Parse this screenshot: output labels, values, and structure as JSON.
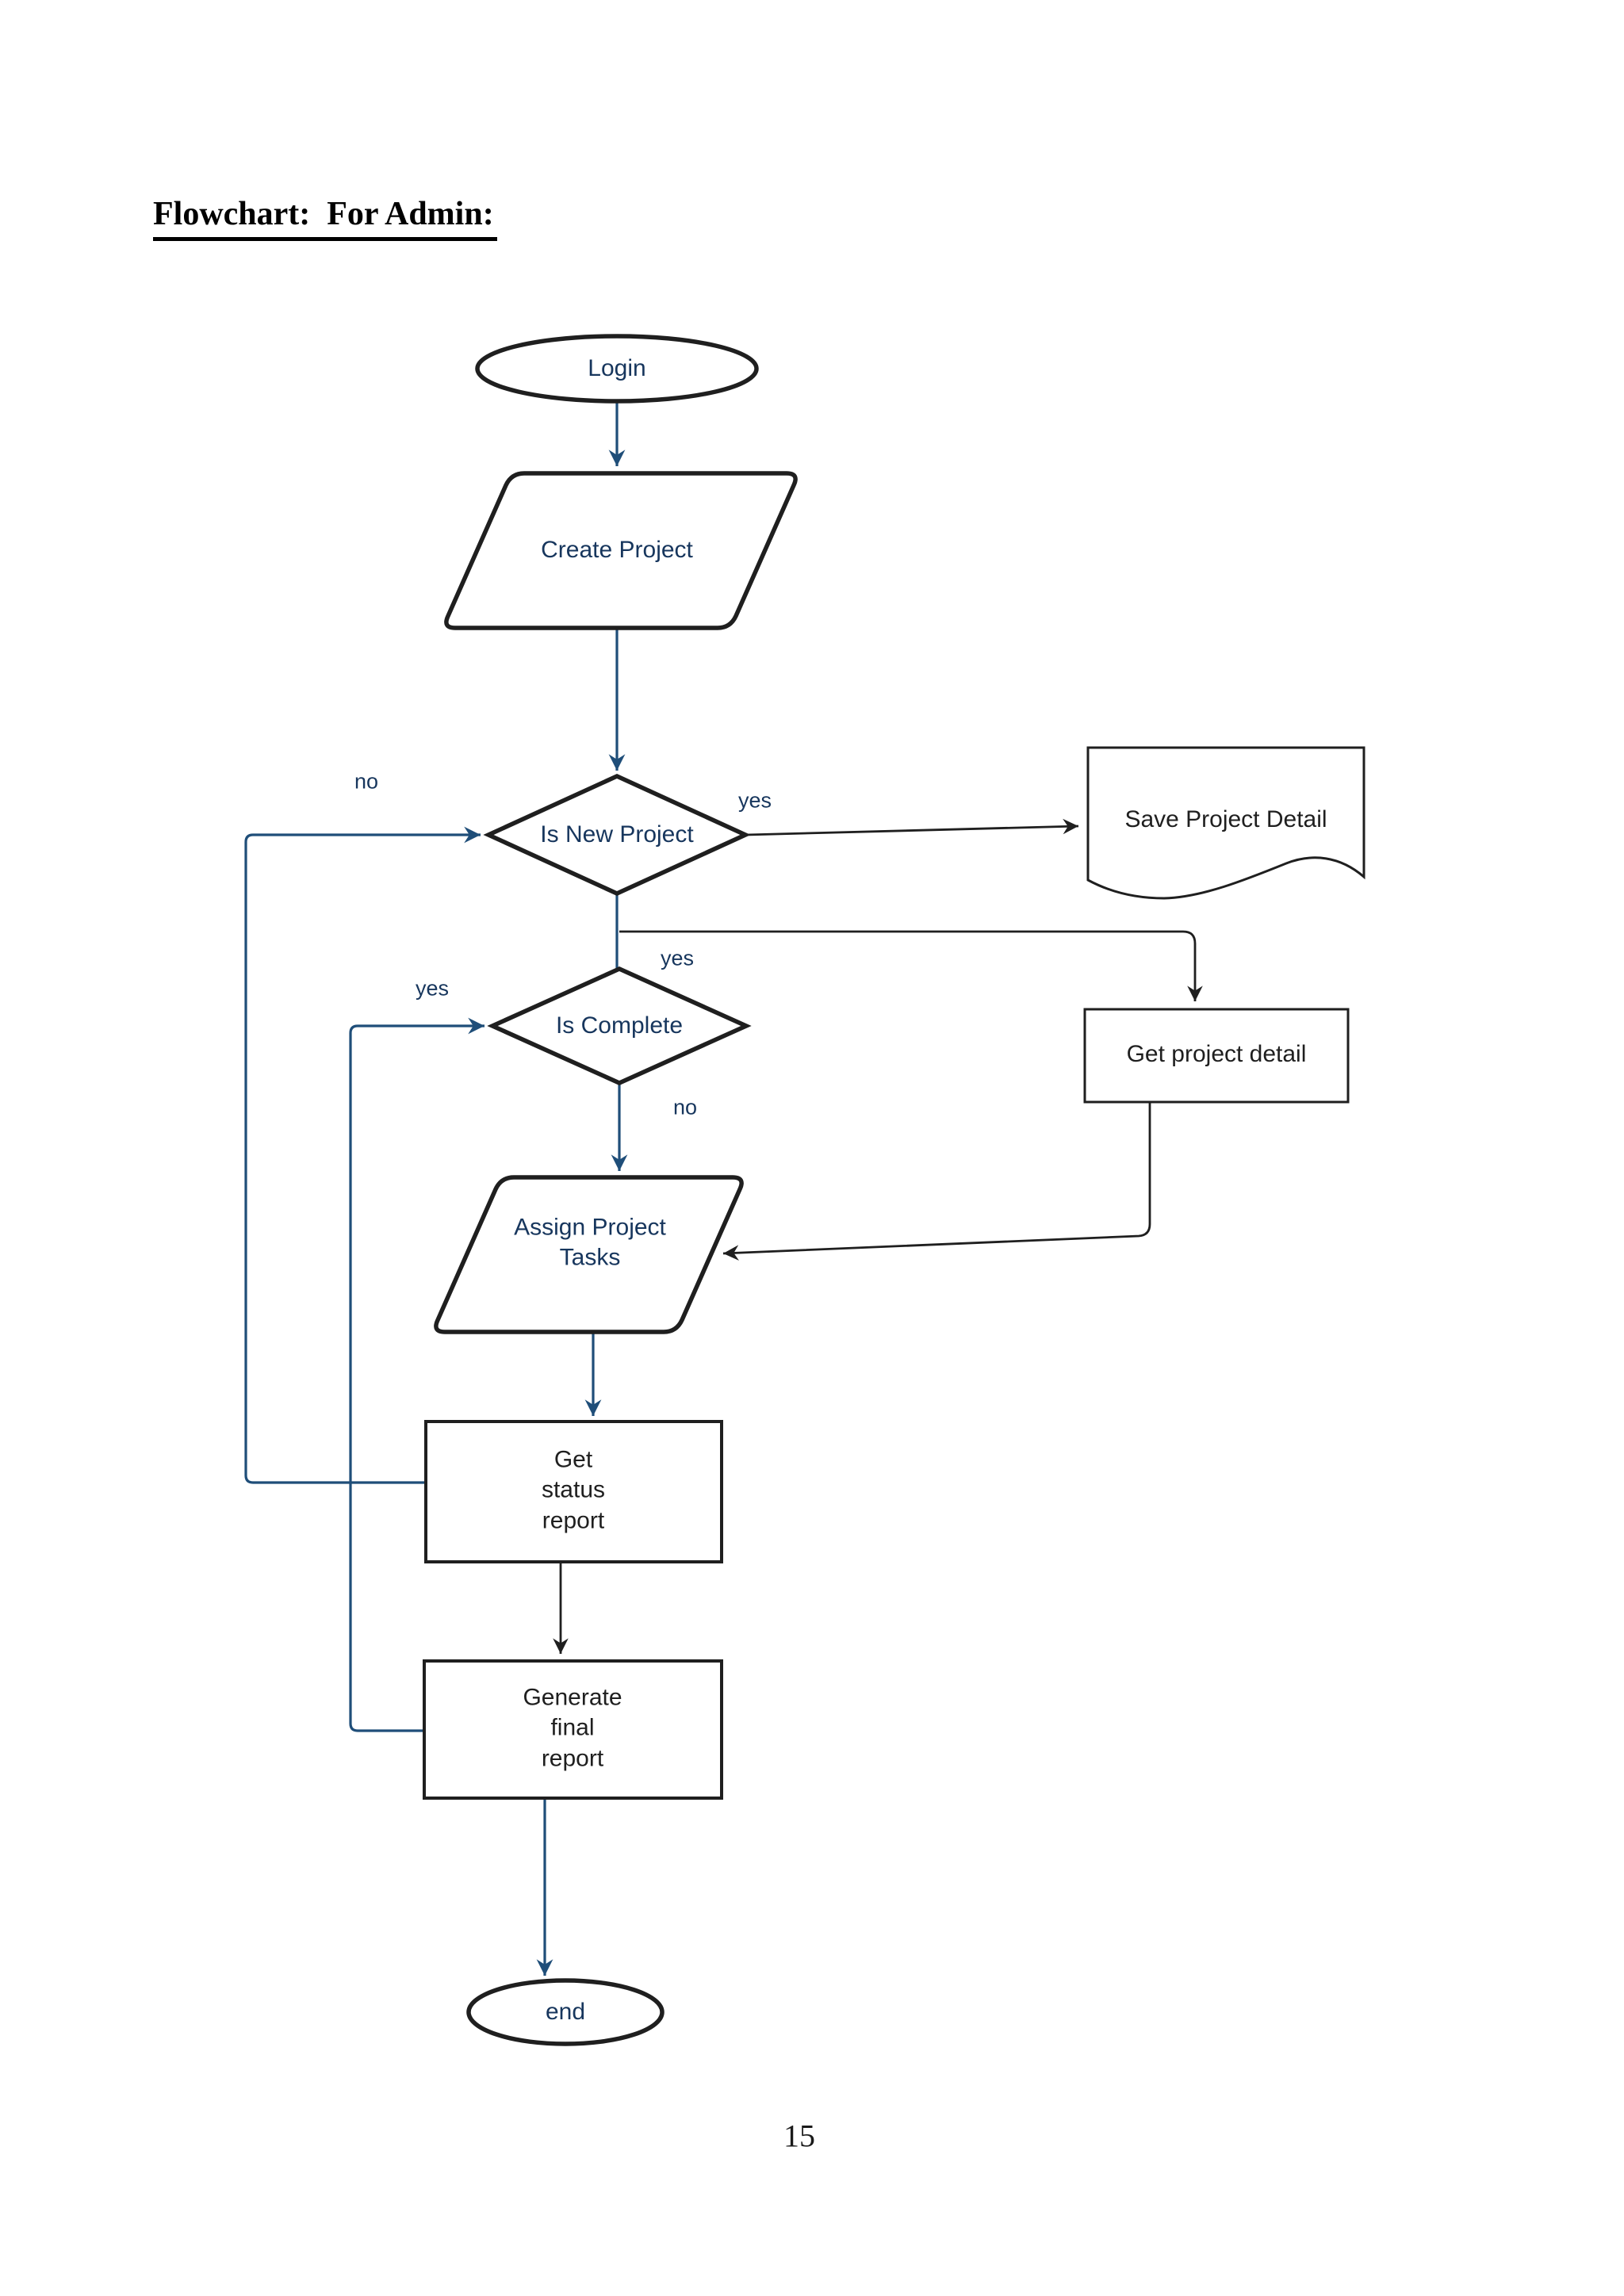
{
  "page": {
    "title": "Flowchart:  For Admin:",
    "page_number": "15"
  },
  "flowchart": {
    "nodes": [
      {
        "id": "login",
        "type": "terminator",
        "label": "Login"
      },
      {
        "id": "create-project",
        "type": "input-output",
        "label": "Create Project"
      },
      {
        "id": "is-new-project",
        "type": "decision",
        "label": "Is New Project"
      },
      {
        "id": "save-project-detail",
        "type": "document",
        "label": "Save Project Detail"
      },
      {
        "id": "is-complete",
        "type": "decision",
        "label": "Is Complete"
      },
      {
        "id": "get-project-detail",
        "type": "process",
        "label": "Get project detail"
      },
      {
        "id": "assign-project-tasks",
        "type": "input-output",
        "label": "Assign Project Tasks",
        "lines": [
          "Assign Project",
          "Tasks"
        ]
      },
      {
        "id": "get-status-report",
        "type": "process",
        "label": "Get status report",
        "lines": [
          "Get",
          "status",
          "report"
        ]
      },
      {
        "id": "generate-final-report",
        "type": "process",
        "label": "Generate final report",
        "lines": [
          "Generate",
          "final",
          "report"
        ]
      },
      {
        "id": "end",
        "type": "terminator",
        "label": "end"
      }
    ],
    "edge_labels": [
      {
        "id": "yes-to-save-project-detail",
        "text": "yes"
      },
      {
        "id": "no-return-to-is-new-project",
        "text": "no"
      },
      {
        "id": "yes-branch-to-get-project-detail",
        "text": "yes"
      },
      {
        "id": "yes-return-to-is-complete",
        "text": "yes"
      },
      {
        "id": "no-to-assign-project-tasks",
        "text": "no"
      }
    ],
    "colors": {
      "main_flow_line": "#1f4e79",
      "secondary_line": "#1f1f1f",
      "shape_border": "#1f1f1f",
      "node_text_navy": "#17365d",
      "node_text_black": "#1f1f1f",
      "background": "#ffffff"
    }
  }
}
